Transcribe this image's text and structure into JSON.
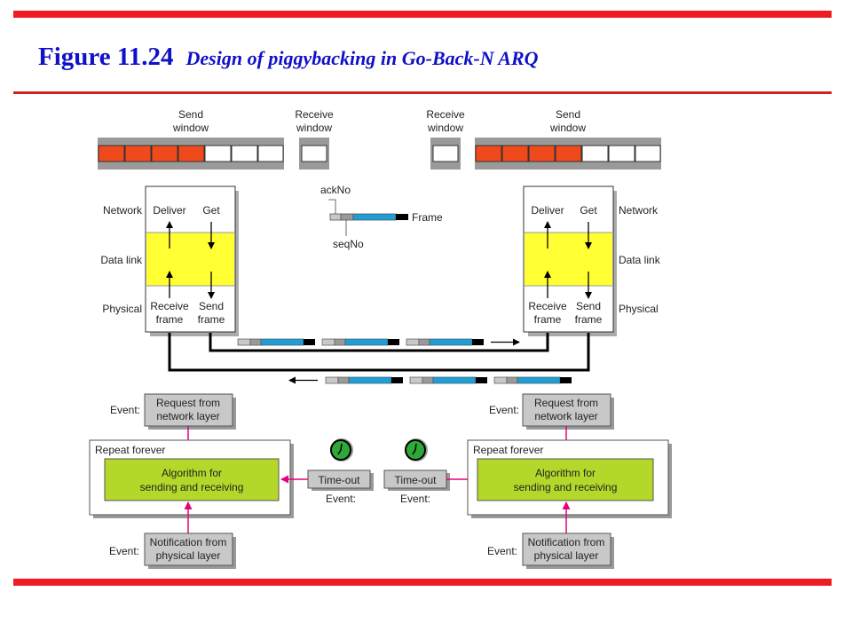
{
  "figure": {
    "number": "Figure 11.24",
    "caption": "Design of piggybacking in Go-Back-N ARQ"
  },
  "windows": {
    "send_line1": "Send",
    "send_line2": "window",
    "receive_line1": "Receive",
    "receive_line2": "window"
  },
  "layers": {
    "network": "Network",
    "data_link": "Data link",
    "physical": "Physical",
    "deliver": "Deliver",
    "get": "Get",
    "receive_frame_1": "Receive",
    "receive_frame_2": "frame",
    "send_frame_1": "Send",
    "send_frame_2": "frame"
  },
  "frame_legend": {
    "ack": "ackNo",
    "seq": "seqNo",
    "frame": "Frame"
  },
  "fsm": {
    "event_label": "Event:",
    "request_1": "Request from",
    "request_2": "network layer",
    "repeat": "Repeat forever",
    "algo_1": "Algorithm for",
    "algo_2": "sending and receiving",
    "timeout": "Time-out",
    "notify_1": "Notification from",
    "notify_2": "physical layer"
  },
  "colors": {
    "accent_red": "#ee1d24",
    "window_red": "#f04a1c",
    "yellow": "#ffff33",
    "green": "#b4d82a",
    "blue": "#1e9ed6",
    "magenta": "#e6007e",
    "gray": "#9a9a9a"
  },
  "icons": [
    "clock-icon"
  ]
}
